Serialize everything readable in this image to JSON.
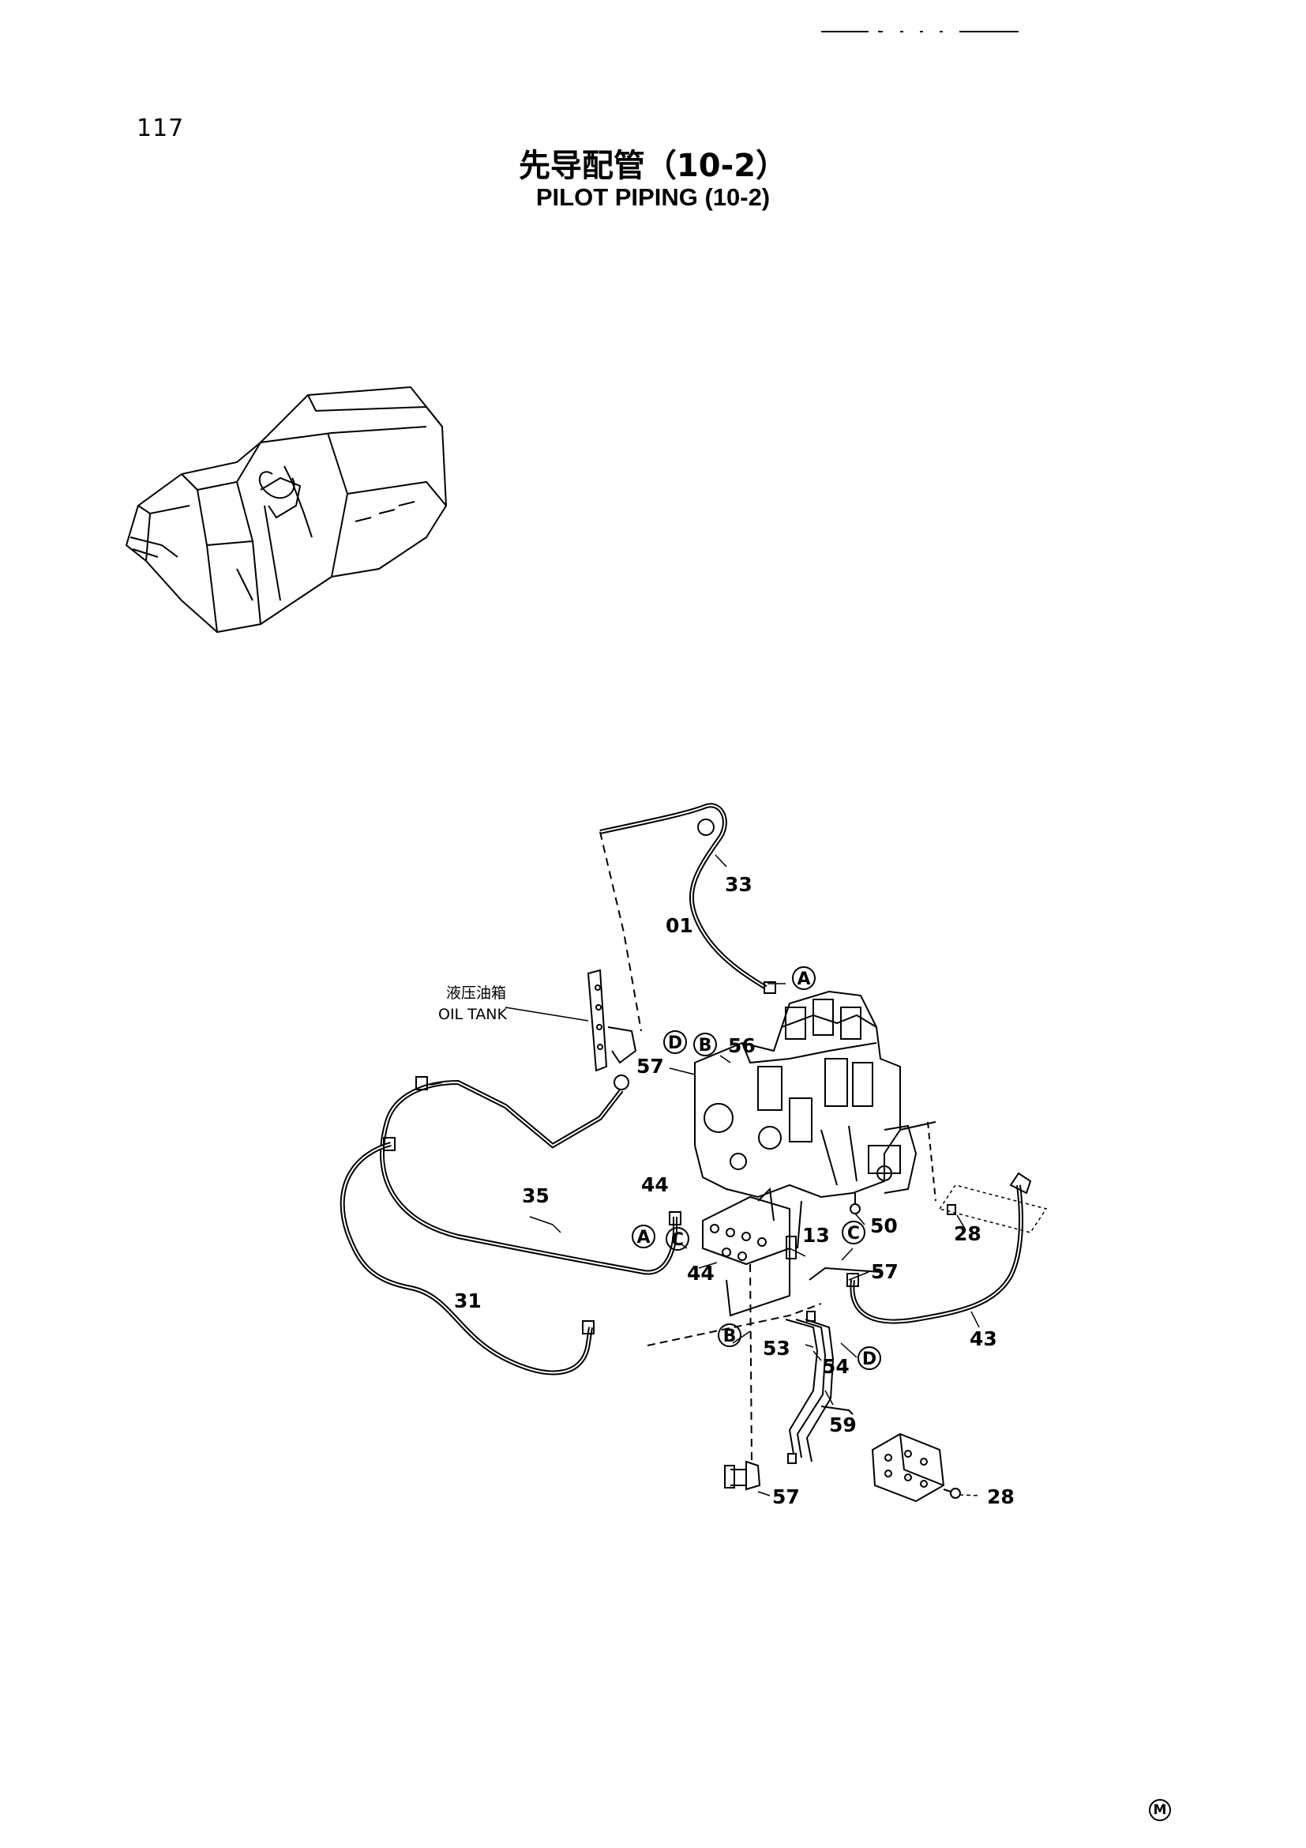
{
  "header": {
    "page_number": "117",
    "title_cn": "先导配管（10-2）",
    "title_en": "PILOT  PIPING (10-2)"
  },
  "diagram": {
    "oil_tank_cn": "液压油箱",
    "oil_tank_en": "OIL  TANK",
    "part_labels": {
      "p01": "01",
      "p33": "33",
      "p57a": "57",
      "p56": "56",
      "p44a": "44",
      "p35": "35",
      "p31": "31",
      "p44b": "44",
      "p13": "13",
      "p50": "50",
      "p28a": "28",
      "p57b": "57",
      "p43": "43",
      "p53": "53",
      "p54": "54",
      "p59": "59",
      "p57c": "57",
      "p28b": "28"
    },
    "connection_markers": {
      "a1": "A",
      "a2": "A",
      "b1": "B",
      "b2": "B",
      "c1": "C",
      "c2": "C",
      "d1": "D",
      "d2": "D"
    }
  },
  "footer": {
    "mark": "M"
  }
}
